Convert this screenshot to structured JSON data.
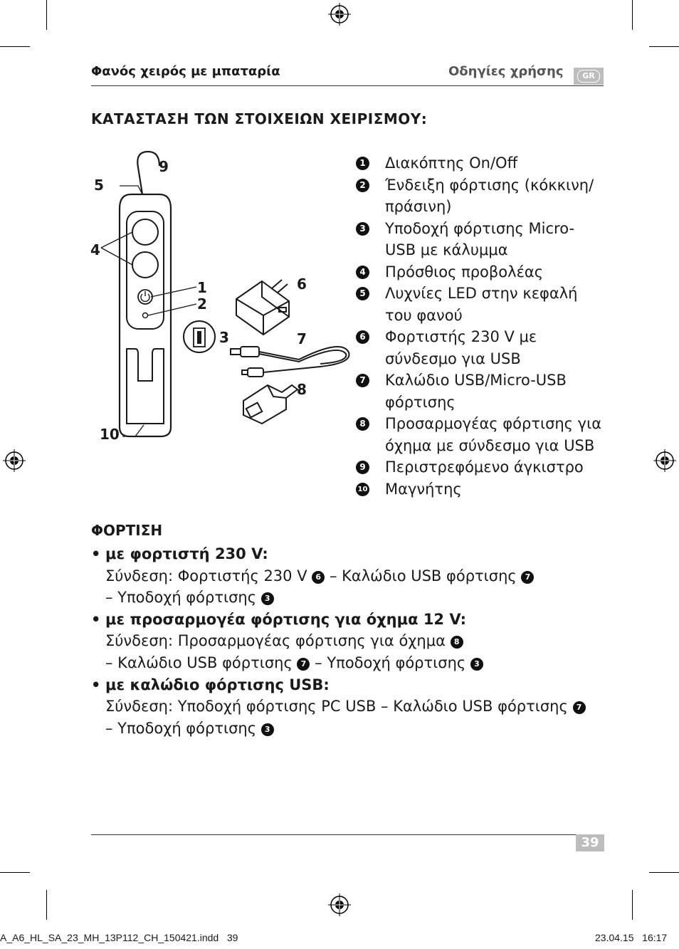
{
  "header": {
    "left_title": "Φανός χειρός με μπαταρία",
    "right_title": "Οδηγίες χρήσης",
    "language_badge": "GR"
  },
  "section_title": "ΚΑΤΑΣΤΑΣΗ ΤΩΝ ΣΤΟΙΧΕΙΩΝ ΧΕΙΡΙΣΜΟΥ:",
  "figure_callouts": {
    "c1": "1",
    "c2": "2",
    "c3": "3",
    "c4": "4",
    "c5": "5",
    "c6": "6",
    "c7": "7",
    "c8": "8",
    "c9": "9",
    "c10": "10"
  },
  "legend": [
    {
      "num": "1",
      "text": "Διακόπτης On/Off"
    },
    {
      "num": "2",
      "text": "Ένδειξη φόρτισης (κόκκινη/πράσινη)"
    },
    {
      "num": "3",
      "text": "Υποδοχή φόρτισης Micro-USB με κάλυμμα"
    },
    {
      "num": "4",
      "text": "Πρόσθιος προβολέας"
    },
    {
      "num": "5",
      "text": "Λυχνίες LED στην κεφαλή του φανού"
    },
    {
      "num": "6",
      "text": "Φορτιστής 230 V με σύνδεσμο για USB"
    },
    {
      "num": "7",
      "text": "Καλώδιο USB/Micro-USB φόρτισης"
    },
    {
      "num": "8",
      "text": "Προσαρμογέας φόρτισης για όχημα με σύνδεσμο για USB"
    },
    {
      "num": "9",
      "text": "Περιστρεφόμενο άγκιστρο"
    },
    {
      "num": "10",
      "text": "Μαγνήτης"
    }
  ],
  "charging": {
    "title": "ΦΟΡΤΙΣΗ",
    "bullet": "•",
    "items": [
      {
        "heading": "με φορτιστή 230 V:",
        "line1_prefix": "Σύνδεση: Φορτιστής 230 V",
        "line1_ref1": "6",
        "line1_mid": "– Καλώδιο USB φόρτισης",
        "line1_ref2": "7",
        "line2_text": "– Υποδοχή φόρτισης",
        "line2_ref": "3"
      },
      {
        "heading": "με προσαρμογέα φόρτισης για όχημα 12 V:",
        "line1_prefix": "Σύνδεση: Προσαρμογέας φόρτισης για όχημα",
        "line1_ref1": "8",
        "line2_a": "– Καλώδιο USB φόρτισης",
        "line2_ref1": "7",
        "line2_b": "– Υποδοχή φόρτισης",
        "line2_ref2": "3"
      },
      {
        "heading": "με καλώδιο φόρτισης USB:",
        "line1_prefix": "Σύνδεση: Υποδοχή φόρτισης PC USB – Καλώδιο USB φόρτισης",
        "line1_ref1": "7",
        "line2_text": "– Υποδοχή φόρτισης",
        "line2_ref": "3"
      }
    ]
  },
  "footer": {
    "page_number": "39",
    "slug_left": "A_A6_HL_SA_23_MH_13P112_CH_150421.indd   39",
    "slug_right": "23.04.15   16:17"
  },
  "colors": {
    "text": "#1a1a1a",
    "badge_gray": "#bdbdbd"
  }
}
